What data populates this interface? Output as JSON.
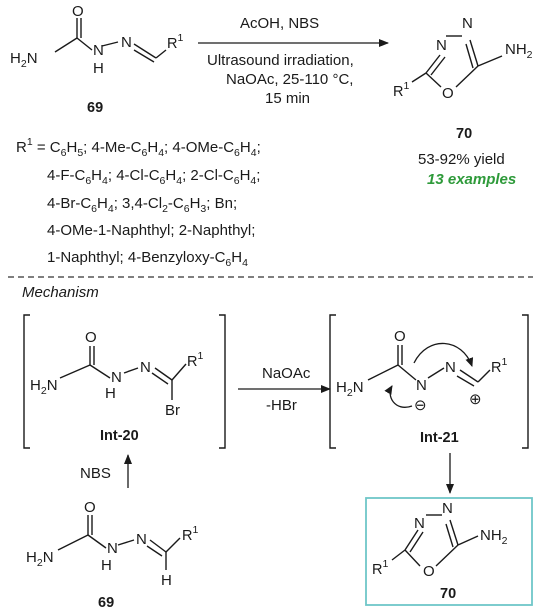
{
  "top_reaction": {
    "reactant_label": "69",
    "product_label": "70",
    "reagent_above": "AcOH, NBS",
    "conditions_line1": "Ultrasound irradiation,",
    "conditions_line2": "NaOAc, 25-110 °C,",
    "conditions_line3": "15 min",
    "yield": "53-92% yield",
    "examples": "13 examples"
  },
  "atoms": {
    "O": "O",
    "N": "N",
    "H": "H",
    "H2N": "H2N",
    "NH2": "NH2",
    "R1": "R1",
    "Br": "Br"
  },
  "substituents": {
    "line1": "R1 = C6H5; 4-Me-C6H4; 4-OMe-C6H4;",
    "line2": "4-F-C6H4; 4-Cl-C6H4; 2-Cl-C6H4;",
    "line3": "4-Br-C6H4; 3,4-Cl2-C6H3; Bn;",
    "line4": "4-OMe-1-Naphthyl; 2-Naphthyl;",
    "line5": "1-Naphthyl; 4-Benzyloxy-C6H4"
  },
  "mechanism": {
    "heading": "Mechanism",
    "int1_label": "Int-20",
    "int2_label": "Int-21",
    "step1_reagent": "NaOAc",
    "step1_byproduct": "-HBr",
    "nbs_label": "NBS",
    "start_label": "69",
    "final_label": "70",
    "minus": "⊖",
    "plus": "⊕"
  },
  "colors": {
    "examples_green": "#2e9a3a",
    "product_box": "#6fc6c8"
  }
}
